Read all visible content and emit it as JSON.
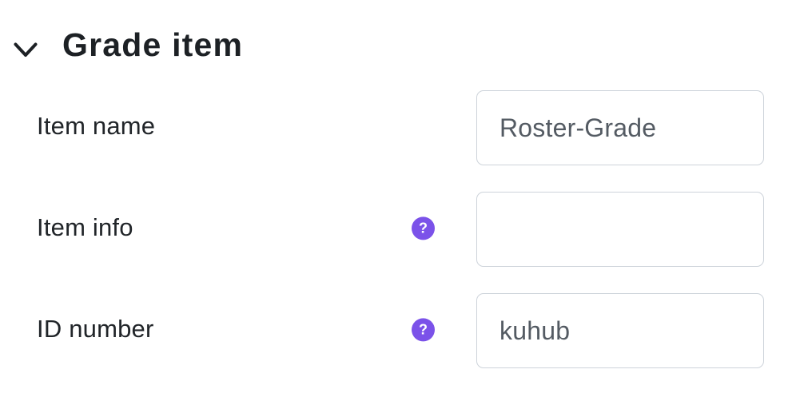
{
  "header": {
    "title": "Grade item",
    "collapse_icon": "chevron-down"
  },
  "icons": {
    "help_glyph": "?"
  },
  "colors": {
    "accent_purple": "#7b52e9",
    "heading_text": "#1d2125",
    "label_text": "#212529",
    "input_text": "#545b63",
    "input_border": "#cdd3da"
  },
  "fields": [
    {
      "label": "Item name",
      "value": "Roster-Grade",
      "has_help": false
    },
    {
      "label": "Item info",
      "value": "",
      "has_help": true
    },
    {
      "label": "ID number",
      "value": "kuhub",
      "has_help": true
    }
  ]
}
